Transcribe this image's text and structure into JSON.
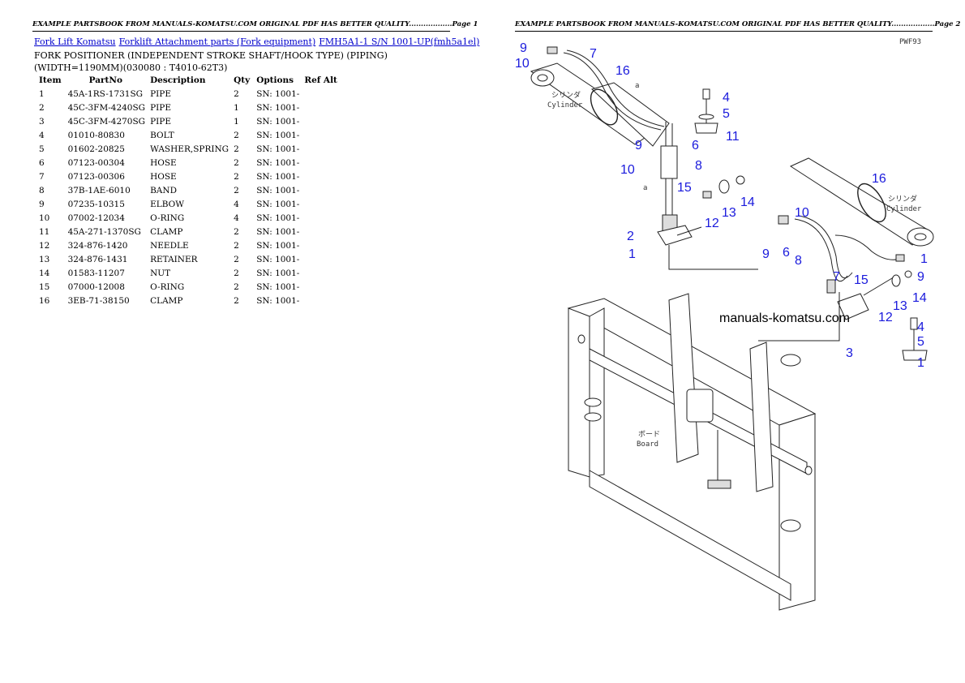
{
  "header": {
    "page1": "EXAMPLE PARTSBOOK FROM MANUALS-KOMATSU.COM ORIGINAL PDF HAS BETTER QUALITY..................Page 1",
    "page2": "EXAMPLE PARTSBOOK FROM MANUALS-KOMATSU.COM ORIGINAL PDF HAS BETTER QUALITY..................Page 2"
  },
  "breadcrumb": {
    "items": [
      "Fork Lift Komatsu",
      "Forklift Attachment parts (Fork equipment)",
      "FMH5A1-1 S/N 1001-UP(fmh5a1el)"
    ]
  },
  "title": {
    "line1": "FORK POSITIONER (INDEPENDENT STROKE SHAFT/HOOK TYPE) (PIPING)",
    "line2": "(WIDTH=1190MM)(030080 : T4010-62T3)"
  },
  "table": {
    "headers": [
      "Item",
      "PartNo",
      "Description",
      "Qty",
      "Options",
      "Ref Alt"
    ],
    "rows": [
      [
        "1",
        "45A-1RS-1731SG",
        "PIPE",
        "2",
        "SN: 1001-",
        ""
      ],
      [
        "2",
        "45C-3FM-4240SG",
        "PIPE",
        "1",
        "SN: 1001-",
        ""
      ],
      [
        "3",
        "45C-3FM-4270SG",
        "PIPE",
        "1",
        "SN: 1001-",
        ""
      ],
      [
        "4",
        "01010-80830",
        "BOLT",
        "2",
        "SN: 1001-",
        ""
      ],
      [
        "5",
        "01602-20825",
        "WASHER,SPRING",
        "2",
        "SN: 1001-",
        ""
      ],
      [
        "6",
        "07123-00304",
        "HOSE",
        "2",
        "SN: 1001-",
        ""
      ],
      [
        "7",
        "07123-00306",
        "HOSE",
        "2",
        "SN: 1001-",
        ""
      ],
      [
        "8",
        "37B-1AE-6010",
        "BAND",
        "2",
        "SN: 1001-",
        ""
      ],
      [
        "9",
        "07235-10315",
        "ELBOW",
        "4",
        "SN: 1001-",
        ""
      ],
      [
        "10",
        "07002-12034",
        "O-RING",
        "4",
        "SN: 1001-",
        ""
      ],
      [
        "11",
        "45A-271-1370SG",
        "CLAMP",
        "2",
        "SN: 1001-",
        ""
      ],
      [
        "12",
        "324-876-1420",
        "NEEDLE",
        "2",
        "SN: 1001-",
        ""
      ],
      [
        "13",
        "324-876-1431",
        "RETAINER",
        "2",
        "SN: 1001-",
        ""
      ],
      [
        "14",
        "01583-11207",
        "NUT",
        "2",
        "SN: 1001-",
        ""
      ],
      [
        "15",
        "07000-12008",
        "O-RING",
        "2",
        "SN: 1001-",
        ""
      ],
      [
        "16",
        "3EB-71-38150",
        "CLAMP",
        "2",
        "SN: 1001-",
        ""
      ]
    ]
  },
  "diagram": {
    "code": "PWF93",
    "watermark": "manuals-komatsu.com",
    "labels": {
      "cylinder_jp": "シリンダ",
      "cylinder_en": "Cylinder",
      "board_jp": "ボード",
      "board_en": "Board",
      "view_a": "a"
    },
    "callouts": [
      "1",
      "2",
      "3",
      "4",
      "5",
      "6",
      "7",
      "8",
      "9",
      "10",
      "11",
      "12",
      "13",
      "14",
      "15",
      "16"
    ]
  }
}
